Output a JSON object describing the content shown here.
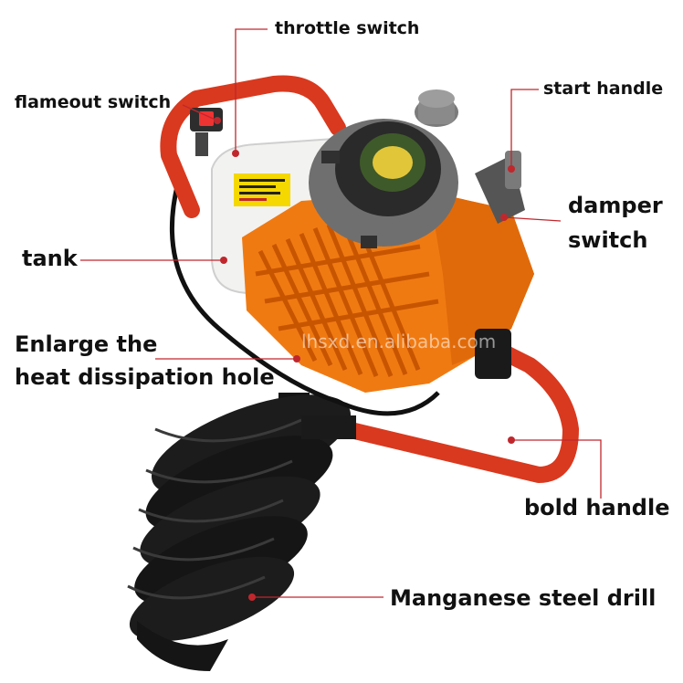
{
  "colors": {
    "leader": "#c0272d",
    "frame": "#d9391f",
    "engine_orange": "#f07a12",
    "tank_white": "#f2f2f0",
    "auger_black": "#151515",
    "text": "#111111"
  },
  "labels": {
    "throttle": "throttle switch",
    "flameout": "flameout switch",
    "start_handle": "start handle",
    "damper_line1": "damper",
    "damper_line2": "switch",
    "tank": "tank",
    "heat_line1": "Enlarge the",
    "heat_line2": "heat dissipation hole",
    "bold_handle": "bold handle",
    "drill": "Manganese steel drill"
  },
  "watermark": "lhsxd.en.alibaba.com",
  "icons": [
    "flameout-switch-icon",
    "fuel-cap-icon",
    "recoil-starter-icon",
    "warning-label-icon"
  ]
}
